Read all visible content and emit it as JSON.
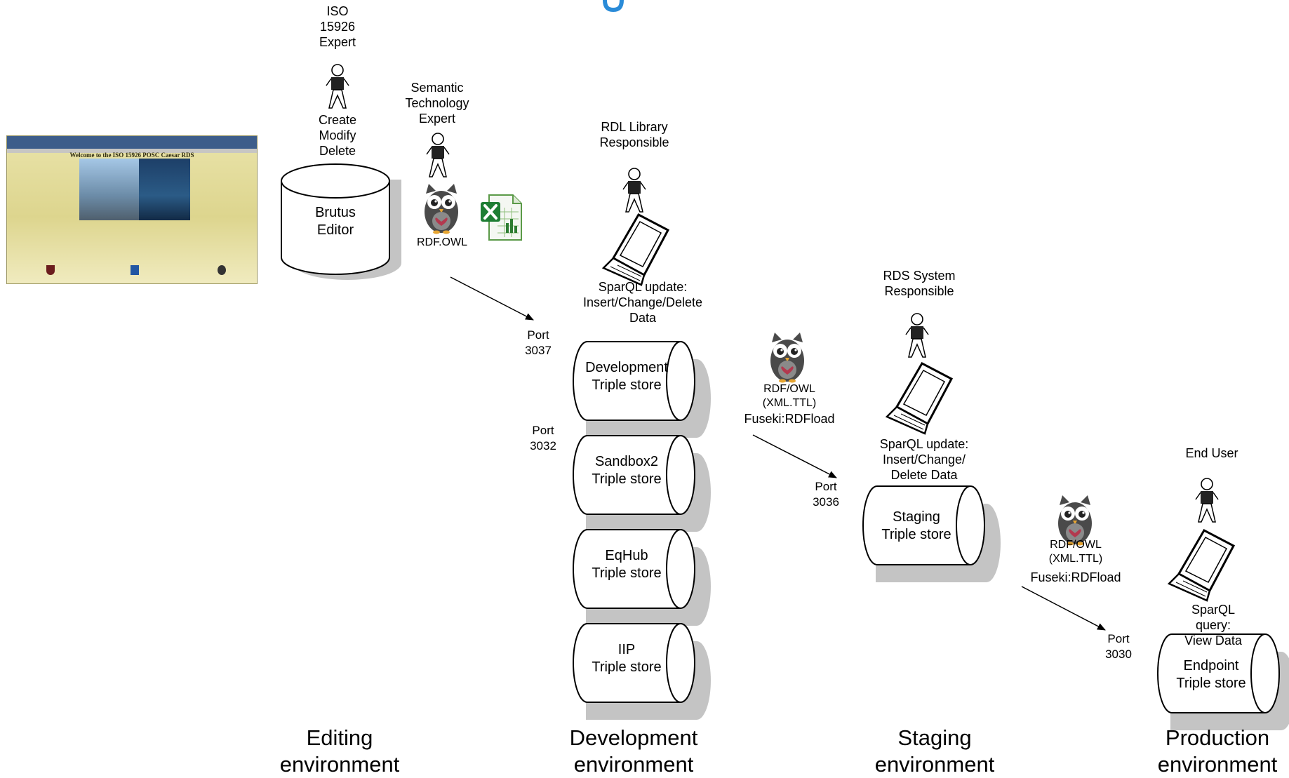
{
  "roles": {
    "iso_expert": "ISO\n15926\nExpert",
    "semantic_expert": "Semantic\nTechnology\nExpert",
    "rdl_responsible": "RDL Library\nResponsible",
    "rds_responsible": "RDS System\nResponsible",
    "end_user": "End User"
  },
  "actions": {
    "create_modify_delete": "Create\nModify\nDelete",
    "rdf_owl": "RDF.OWL",
    "sparql_update_dev": "SparQL update:\nInsert/Change/Delete\nData",
    "rdf_owl_staging": "RDF/OWL\n(XML.TTL)",
    "fuseki_staging": "Fuseki:RDFload",
    "sparql_update_staging": "SparQL update:\nInsert/Change/\nDelete Data",
    "rdf_owl_production": "RDF/OWL\n(XML.TTL)",
    "fuseki_production": "Fuseki:RDFload",
    "sparql_query": "SparQL query:\nView Data"
  },
  "stores": {
    "brutus": "Brutus\nEditor",
    "development": "Development\nTriple store",
    "sandbox2": "Sandbox2\nTriple store",
    "eqhub": "EqHub\nTriple store",
    "iip": "IIP\nTriple store",
    "staging": "Staging\nTriple store",
    "endpoint": "Endpoint\nTriple store"
  },
  "ports": {
    "p3037": "Port\n3037",
    "p3032": "Port\n3032",
    "p3036": "Port\n3036",
    "p3030": "Port\n3030"
  },
  "environments": {
    "editing": "Editing\nenvironment",
    "development": "Development\nenvironment",
    "staging": "Staging\nenvironment",
    "production": "Production\nenvironment"
  },
  "screenshot": {
    "welcome_text": "Welcome to the ISO 15926 POSC Caesar RDS"
  },
  "colors": {
    "shadow": "#c4c4c4",
    "title_fragment": "#2a8bd8"
  }
}
